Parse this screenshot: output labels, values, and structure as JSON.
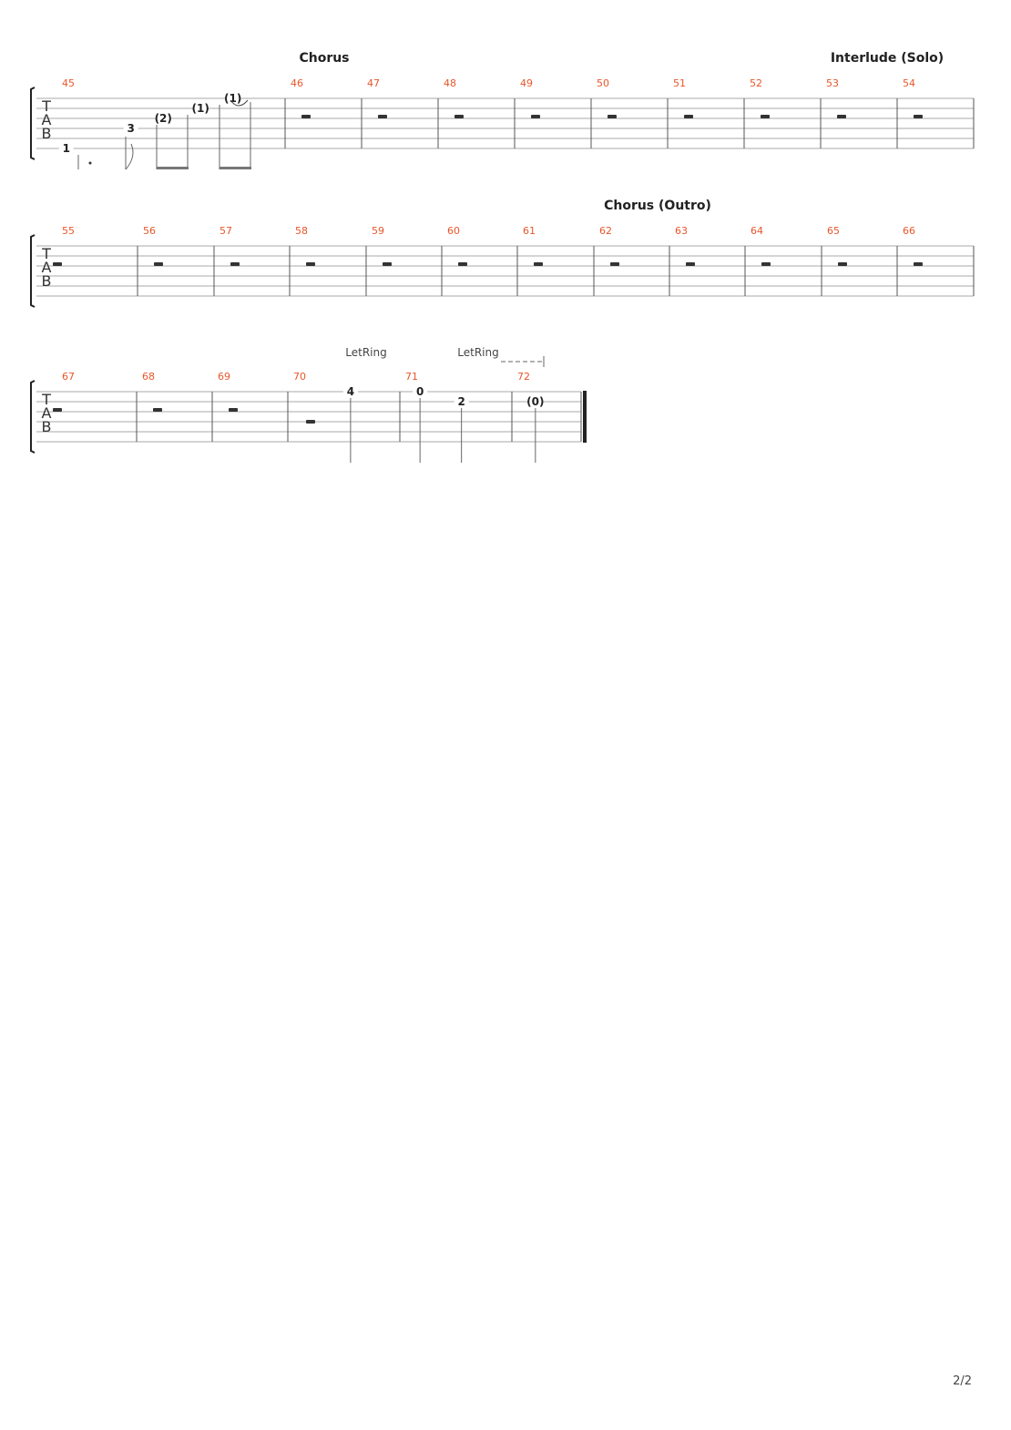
{
  "page_number": "2/2",
  "colors": {
    "measure_number": "#e8562a",
    "staff_line": "#aaaaaa",
    "notes": "#222222",
    "barline": "#555555"
  },
  "tab_clef": [
    "T",
    "A",
    "B"
  ],
  "systems": [
    {
      "sections": [
        {
          "label": "Chorus",
          "at_measure": 46
        },
        {
          "label": "Interlude (Solo)",
          "at_measure": 54
        }
      ],
      "measures": [
        {
          "number": "45",
          "rest": false,
          "notes": [
            {
              "fret": "1",
              "string": 6,
              "pos": 0.12
            },
            {
              "fret": "3",
              "string": 4,
              "pos": 0.38
            },
            {
              "fret": "(2)",
              "string": 3,
              "pos": 0.51
            },
            {
              "fret": "(1)",
              "string": 2,
              "pos": 0.66
            },
            {
              "fret": "(1)",
              "string": 1,
              "pos": 0.79
            }
          ]
        },
        {
          "number": "46",
          "rest": true,
          "notes": []
        },
        {
          "number": "47",
          "rest": true,
          "notes": []
        },
        {
          "number": "48",
          "rest": true,
          "notes": []
        },
        {
          "number": "49",
          "rest": true,
          "notes": []
        },
        {
          "number": "50",
          "rest": true,
          "notes": []
        },
        {
          "number": "51",
          "rest": true,
          "notes": []
        },
        {
          "number": "52",
          "rest": true,
          "notes": []
        },
        {
          "number": "53",
          "rest": true,
          "notes": []
        },
        {
          "number": "54",
          "rest": true,
          "notes": []
        }
      ]
    },
    {
      "sections": [
        {
          "label": "Chorus (Outro)",
          "at_measure": 62
        }
      ],
      "measures": [
        {
          "number": "55",
          "rest": true,
          "notes": []
        },
        {
          "number": "56",
          "rest": true,
          "notes": []
        },
        {
          "number": "57",
          "rest": true,
          "notes": []
        },
        {
          "number": "58",
          "rest": true,
          "notes": []
        },
        {
          "number": "59",
          "rest": true,
          "notes": []
        },
        {
          "number": "60",
          "rest": true,
          "notes": []
        },
        {
          "number": "61",
          "rest": true,
          "notes": []
        },
        {
          "number": "62",
          "rest": true,
          "notes": []
        },
        {
          "number": "63",
          "rest": true,
          "notes": []
        },
        {
          "number": "64",
          "rest": true,
          "notes": []
        },
        {
          "number": "65",
          "rest": true,
          "notes": []
        },
        {
          "number": "66",
          "rest": true,
          "notes": []
        }
      ]
    },
    {
      "sections": [],
      "let_ring": [
        "LetRing",
        "LetRing"
      ],
      "measures": [
        {
          "number": "67",
          "rest": true,
          "notes": []
        },
        {
          "number": "68",
          "rest": true,
          "notes": []
        },
        {
          "number": "69",
          "rest": true,
          "notes": []
        },
        {
          "number": "70",
          "rest": true,
          "half_rest": true,
          "notes": [
            {
              "fret": "4",
              "string": 1,
              "pos": 0.56
            }
          ]
        },
        {
          "number": "71",
          "rest": false,
          "notes": [
            {
              "fret": "0",
              "string": 1,
              "pos": 0.18
            },
            {
              "fret": "2",
              "string": 2,
              "pos": 0.55
            }
          ]
        },
        {
          "number": "72",
          "rest": false,
          "notes": [
            {
              "fret": "(0)",
              "string": 2,
              "pos": 0.34
            }
          ]
        }
      ]
    }
  ]
}
